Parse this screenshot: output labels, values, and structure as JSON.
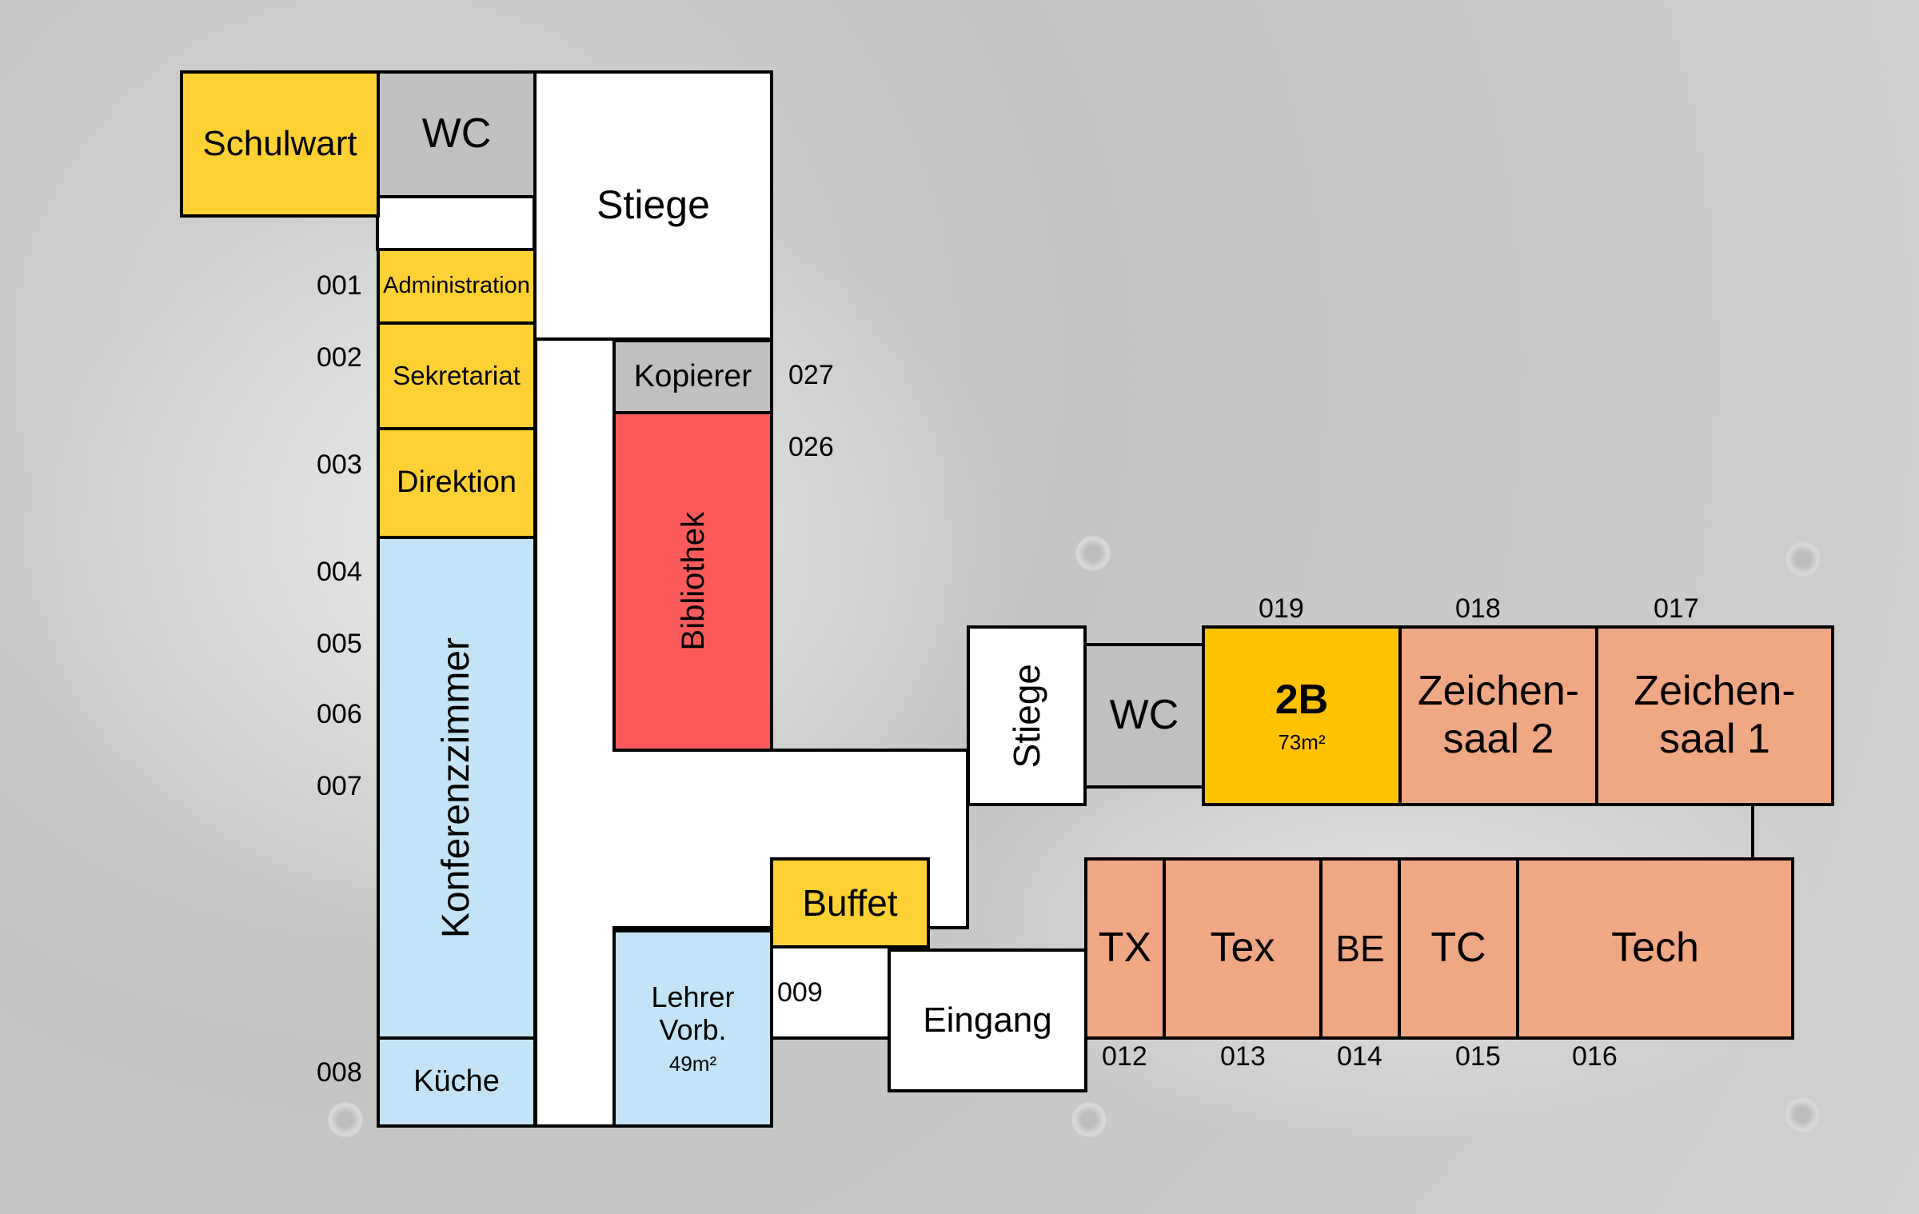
{
  "rooms": {
    "schulwart": "Schulwart",
    "wc_left": "WC",
    "stiege_top": "Stiege",
    "administration": "Administration",
    "sekretariat": "Sekretariat",
    "direktion": "Direktion",
    "konferenzzimmer": "Konferenzzimmer",
    "kueche": "Küche",
    "kopierer": "Kopierer",
    "bibliothek": "Bibliothek",
    "lehrer_vorb": {
      "line1": "Lehrer",
      "line2": "Vorb.",
      "area": "49m²"
    },
    "buffet": "Buffet",
    "eingang": "Eingang",
    "stiege_right": "Stiege",
    "wc_right": "WC",
    "room_2b": {
      "name": "2B",
      "area": "73m²"
    },
    "zeichensaal_2": {
      "line1": "Zeichen-",
      "line2": "saal 2"
    },
    "zeichensaal_1": {
      "line1": "Zeichen-",
      "line2": "saal 1"
    },
    "tx": "TX",
    "tex": "Tex",
    "be": "BE",
    "tc": "TC",
    "tech": "Tech"
  },
  "numbers": {
    "n001": "001",
    "n002": "002",
    "n003": "003",
    "n004": "004",
    "n005": "005",
    "n006": "006",
    "n007": "007",
    "n008": "008",
    "n009": "009",
    "n012": "012",
    "n013": "013",
    "n014": "014",
    "n015": "015",
    "n016": "016",
    "n017": "017",
    "n018": "018",
    "n019": "019",
    "n026": "026",
    "n027": "027"
  },
  "colors": {
    "office_yellow": "#fdd033",
    "highlight_gold": "#ffc200",
    "sanitary_gray": "#c0c0c0",
    "staff_blue": "#c3e4f6",
    "library_red": "#fd5b5b",
    "workshop_salmon": "#f0a783"
  }
}
